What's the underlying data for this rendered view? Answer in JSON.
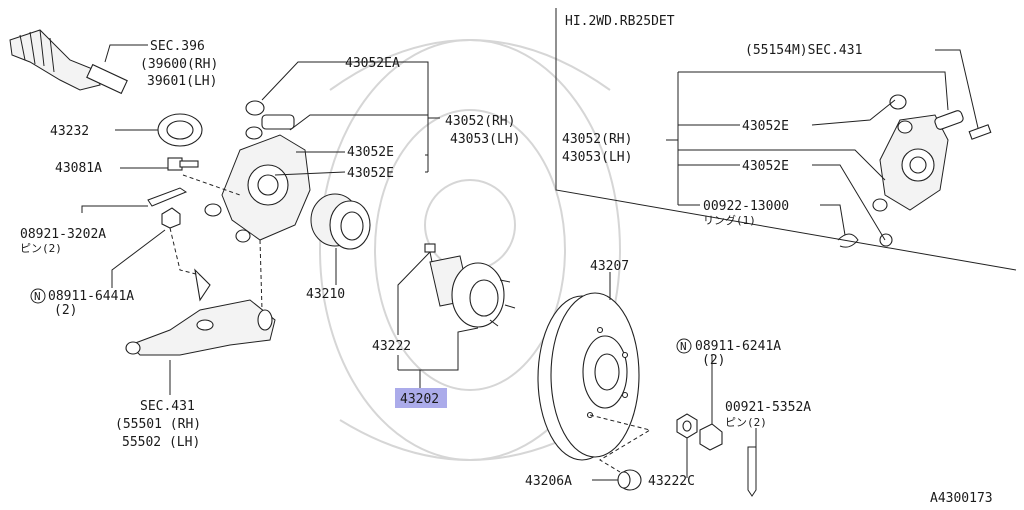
{
  "diagram": {
    "inset_title": "HI.2WD.RB25DET",
    "figure_code": "A4300173",
    "highlight_label": "43202",
    "labels": {
      "sec396": "SEC.396",
      "p39600": "(39600(RH)",
      "p39601": "39601(LH)",
      "p43052EA": "43052EA",
      "p43232": "43232",
      "p43052rh": "43052(RH)",
      "p43053lh": "43053(LH)",
      "p43052E_a": "43052E",
      "p43081A": "43081A",
      "p43052E_b": "43052E",
      "p08921": "08921-3202A",
      "pin2_a": "ピン(2)",
      "p08911_6441": "08911-6441A",
      "qty2_a": "(2)",
      "p43210": "43210",
      "p43222": "43222",
      "p43207": "43207",
      "p08911_6241": "08911-6241A",
      "qty2_b": "(2)",
      "sec431": "SEC.431",
      "p55501": "(55501 (RH)",
      "p55502": "55502 (LH)",
      "p00921": "00921-5352A",
      "pin2_b": "ピン(2)",
      "p43206A": "43206A",
      "p43222C": "43222C",
      "inset_sec431": "(55154M)SEC.431",
      "inset_43052E_a": "43052E",
      "inset_43052rh": "43052(RH)",
      "inset_43053lh": "43053(LH)",
      "inset_43052E_b": "43052E",
      "inset_00922": "00922-13000",
      "inset_ring": "リング(1)",
      "n_marker": "N"
    }
  }
}
